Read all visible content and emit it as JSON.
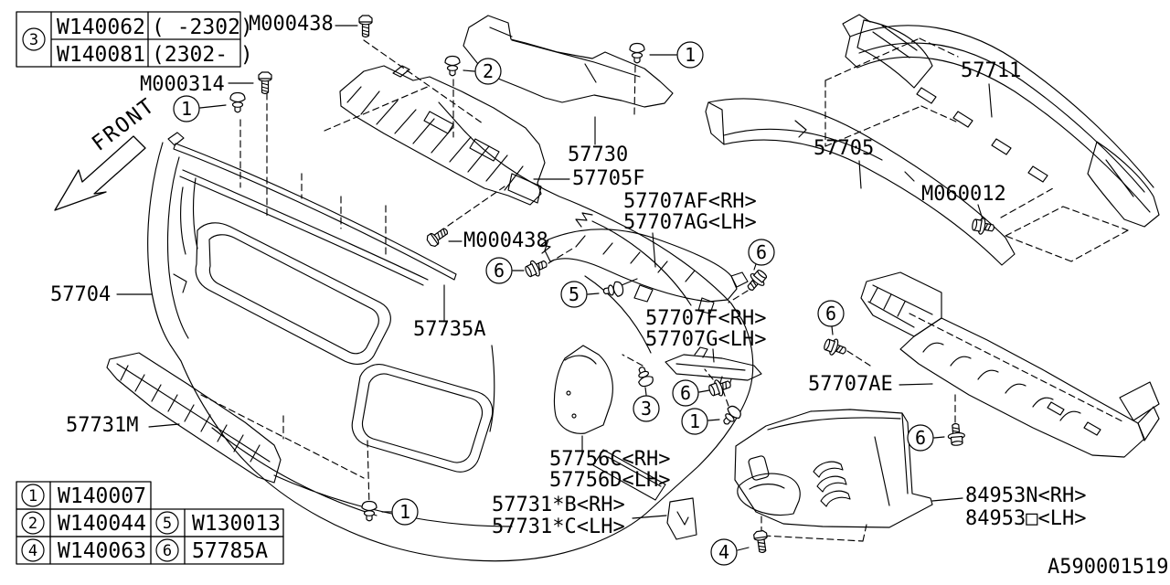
{
  "diagram": {
    "code": "A590001519",
    "front_label": "FRONT"
  },
  "ref_table_top": {
    "ref": "3",
    "rows": [
      {
        "part": "W140062",
        "range": "( -2302)"
      },
      {
        "part": "W140081",
        "range": "(2302- )"
      }
    ]
  },
  "ref_table_bottom": {
    "r1c1": "1",
    "r1v1": "W140007",
    "r2c1": "2",
    "r2v1": "W140044",
    "r2c2": "5",
    "r2v2": "W130013",
    "r3c1": "4",
    "r3v1": "W140063",
    "r3c2": "6",
    "r3v2": "57785A"
  },
  "labels": {
    "m000438_top": "M000438",
    "m000314": "M000314",
    "p57730": "57730",
    "p57705f": "57705F",
    "p57707af_rh": "57707AF<RH>",
    "p57707ag_lh": "57707AG<LH>",
    "p57711": "57711",
    "p57705": "57705",
    "m060012": "M060012",
    "m000438_mid": "M000438",
    "p57704": "57704",
    "p57735a": "57735A",
    "p57707f_rh": "57707F<RH>",
    "p57707g_lh": "57707G<LH>",
    "p57707ae": "57707AE",
    "p57731m": "57731M",
    "p57756c_rh": "57756C<RH>",
    "p57756d_lh": "57756D<LH>",
    "p57731b_rh": "57731*B<RH>",
    "p57731c_lh": "57731*C<LH>",
    "p84953n_rh": "84953N<RH>",
    "p84953o_lh": "84953□<LH>"
  },
  "callouts": {
    "c1a": "1",
    "c2a": "2",
    "c1b": "1",
    "c6a": "6",
    "c5a": "5",
    "c6b": "6",
    "c6c": "6",
    "c3a": "3",
    "c6d": "6",
    "c1c": "1",
    "c4a": "4",
    "c6e": "6",
    "c1d": "1"
  },
  "colors": {
    "line": "#000000",
    "background": "#ffffff"
  }
}
